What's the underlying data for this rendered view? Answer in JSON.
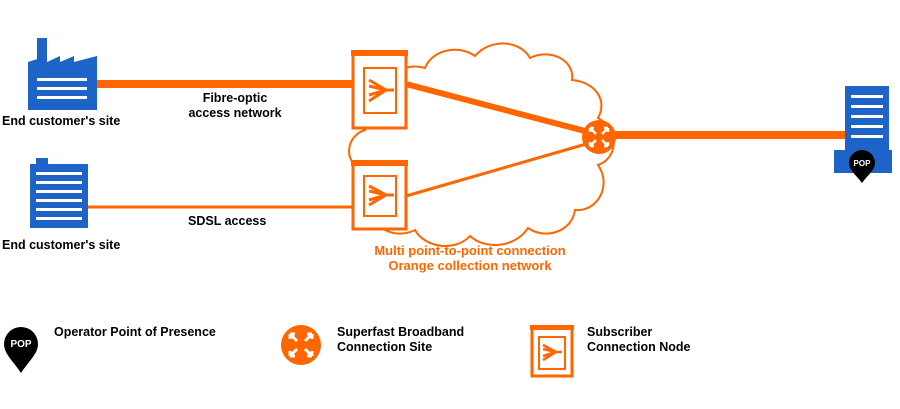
{
  "colors": {
    "accent": "#ff6600",
    "site": "#1e64c8",
    "marker": "#000000"
  },
  "sites": {
    "top_label": "End customer's site",
    "bottom_label": "End customer's site"
  },
  "links": {
    "fibre_line1": "Fibre-optic",
    "fibre_line2": "access network",
    "sdsl": "SDSL access"
  },
  "network": {
    "line1": "Multi point-to-point connection",
    "line2": "Orange collection network"
  },
  "pop_marker": "POP",
  "legend": {
    "pop": {
      "badge": "POP",
      "label": "Operator Point of Presence"
    },
    "connection_site": {
      "line1": "Superfast Broadband",
      "line2": "Connection Site"
    },
    "node": {
      "line1": "Subscriber",
      "line2": "Connection Node"
    }
  },
  "icons": [
    "factory-icon",
    "office-building-icon",
    "subscriber-node-icon",
    "connection-site-icon",
    "pop-marker-icon",
    "server-tower-icon"
  ]
}
